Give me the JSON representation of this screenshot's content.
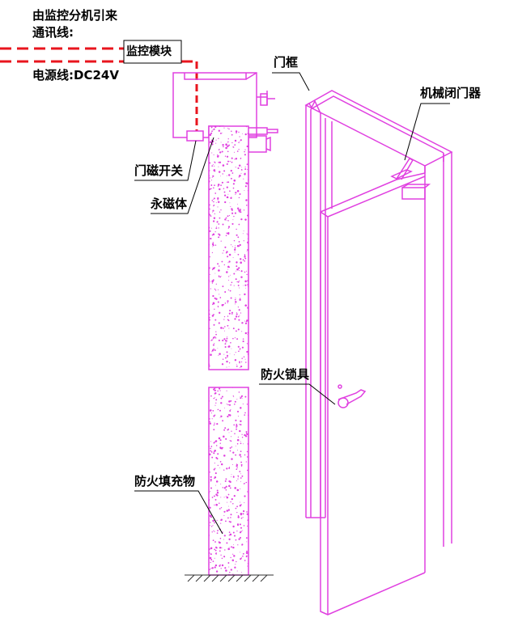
{
  "labels": {
    "source_line1": "由监控分机引来",
    "source_line2": "通讯线:",
    "module": "监控模块",
    "power": "电源线:DC24V",
    "door_frame": "门框",
    "door_closer": "机械闭门器",
    "magnetic_switch": "门磁开关",
    "permanent_magnet": "永磁体",
    "fire_lock": "防火锁具",
    "fire_filling": "防火填充物"
  },
  "colors": {
    "door_outline": "#e040e0",
    "filling_speckle": "#e040e0",
    "cable": "#e8141e",
    "leader": "#000000",
    "ground": "#333333"
  },
  "icons": {
    "ground_hatch": "ground-hatch-symbol",
    "lever_handle": "lever-handle-icon"
  }
}
